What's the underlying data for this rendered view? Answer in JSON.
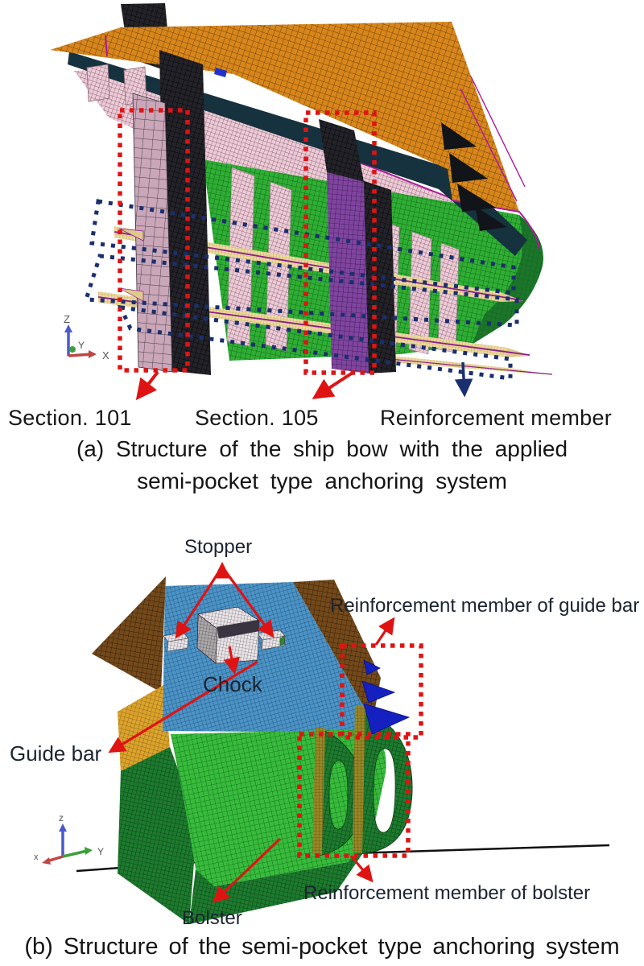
{
  "page": {
    "background": "#ffffff",
    "kind": "academic paper figure, FEA mesh models of ship bow anchoring system"
  },
  "figure_a": {
    "callouts": {
      "section_101": "Section. 101",
      "section_105": "Section. 105",
      "reinforcement_member": "Reinforcement member"
    },
    "caption_line_1": "(a) Structure of the ship bow with the applied",
    "caption_line_2": "semi-pocket type anchoring system",
    "axis_triad": {
      "up": "Z",
      "out": "Y",
      "right": "X"
    }
  },
  "figure_b": {
    "callouts": {
      "stopper": "Stopper",
      "chock": "Chock",
      "guide_bar": "Guide bar",
      "bolster": "Bolster",
      "reinforcement_member_of_guide_bar": "Reinforcement member of guide bar",
      "reinforcement_member_of_bolster": "Reinforcement member of bolster"
    },
    "caption": "(b) Structure of the semi-pocket type anchoring system",
    "axis_triad": {
      "up": "z",
      "right": "Y",
      "out": "x"
    }
  },
  "colors": {
    "highlight_box_red": "#e01313",
    "reinforcement_outline_navy": "#1a2f6e",
    "arrow_red": "#e01313",
    "arrow_navy": "#1a2f6e",
    "deck_orange": "#d8861b",
    "girder_pink": "#eec9d6",
    "hull_green": "#2fae34",
    "section_column_purple": "#8044a0",
    "section_column_mauve": "#c9a6b8",
    "deck_blue": "#4c93c6",
    "plate_brown": "#74491a",
    "guide_gold": "#dca32c",
    "bolster_green": "#38bb3c",
    "reinforcement_dark_green": "#1d7a2e",
    "bracket_blue": "#1520c0",
    "stringer_yellow": "#ecd9a0",
    "trim_magenta": "#b0189a",
    "axis_z_blue": "#4a5acc",
    "axis_x_red": "#c04545",
    "axis_y_green": "#3aa13a"
  }
}
